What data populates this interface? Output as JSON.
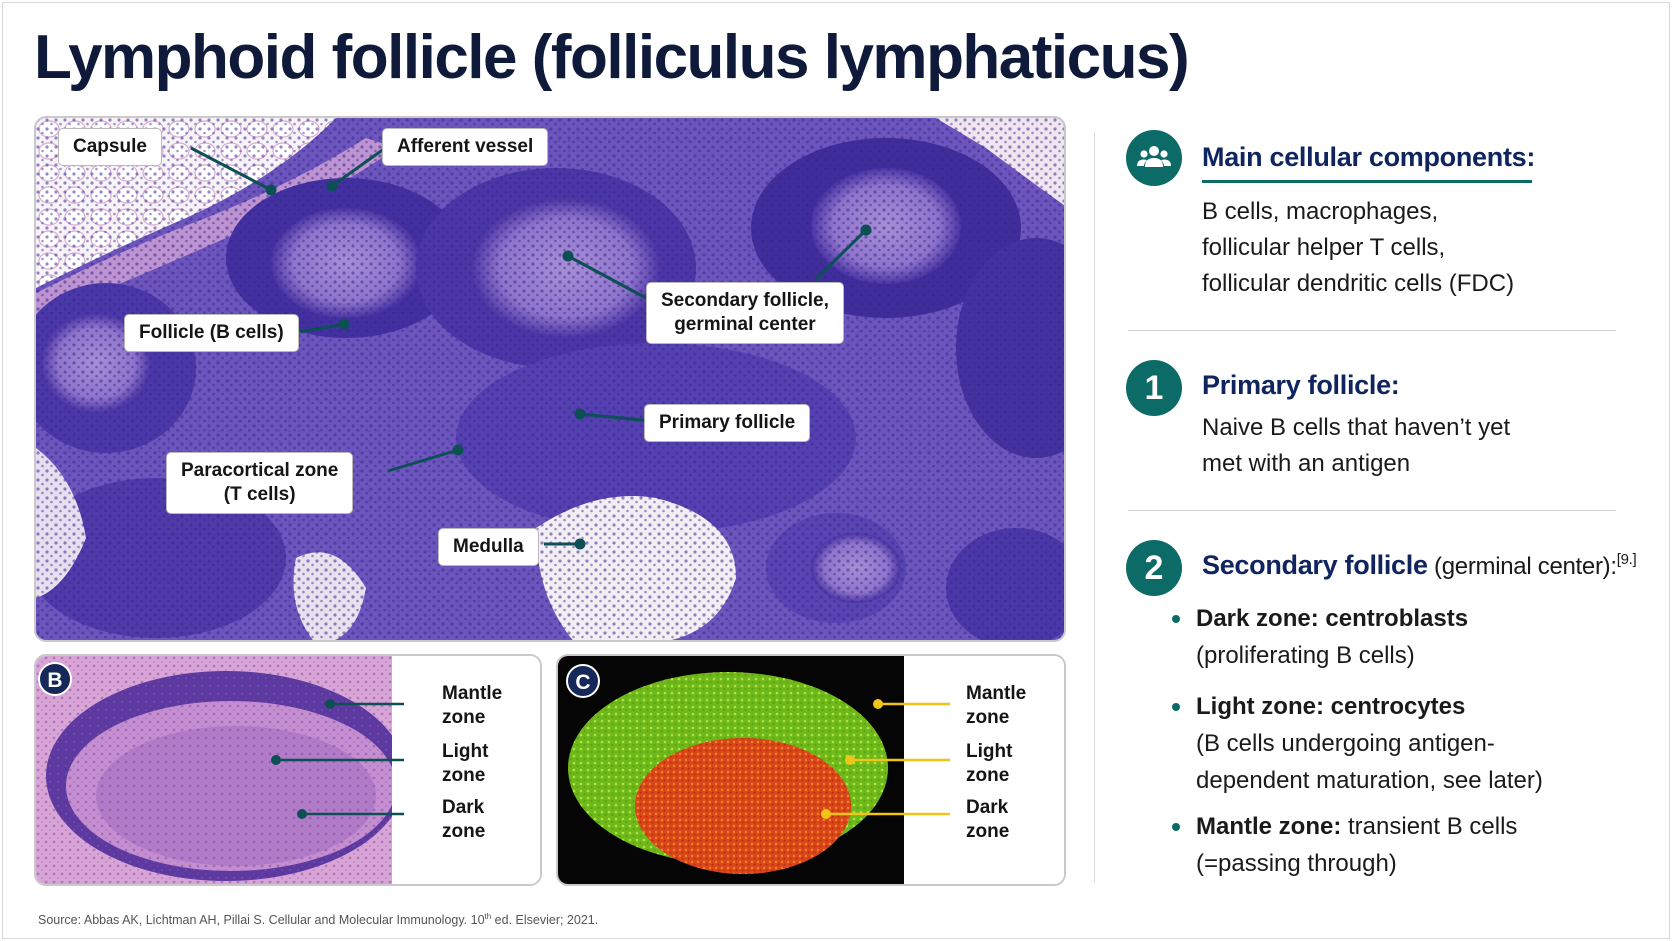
{
  "title": "Lymphoid follicle (folliculus lymphaticus)",
  "main_figure": {
    "labels": {
      "capsule": "Capsule",
      "afferent_vessel": "Afferent vessel",
      "follicle": "Follicle (B cells)",
      "secondary_line1": "Secondary follicle,",
      "secondary_line2": "germinal center",
      "primary_follicle": "Primary follicle",
      "paracortical_line1": "Paracortical zone",
      "paracortical_line2": "(T cells)",
      "medulla": "Medulla"
    }
  },
  "panel_b": {
    "badge": "B",
    "mantle_1": "Mantle",
    "mantle_2": "zone",
    "light_1": "Light",
    "light_2": "zone",
    "dark_1": "Dark",
    "dark_2": "zone"
  },
  "panel_c": {
    "badge": "C",
    "mantle_1": "Mantle",
    "mantle_2": "zone",
    "light_1": "Light",
    "light_2": "zone",
    "dark_1": "Dark",
    "dark_2": "zone"
  },
  "right": {
    "components_heading": "Main cellular components:",
    "components_lines": [
      "B cells, macrophages,",
      "follicular helper T cells,",
      "follicular dendritic cells (FDC)"
    ],
    "primary_number": "1",
    "primary_heading": "Primary follicle:",
    "primary_lines": [
      "Naive B cells that haven’t yet",
      "met with an antigen"
    ],
    "secondary_number": "2",
    "secondary_heading": "Secondary follicle",
    "secondary_heading_rest": " (germinal center):",
    "secondary_ref": "[9.]",
    "bullets": [
      {
        "label": "Dark zone:",
        "bold_value": " centroblasts",
        "value": "",
        "line2": "(proliferating B cells)"
      },
      {
        "label": "Light zone:",
        "bold_value": " centrocytes",
        "value": "",
        "line2": "(B cells undergoing antigen-",
        "line3": "dependent maturation, see later)"
      },
      {
        "label": "Mantle zone:",
        "bold_value": "",
        "value": " transient B cells",
        "line2": "(=passing through)"
      }
    ]
  },
  "source": {
    "before": "Source: Abbas AK, Lichtman AH, Pillai S. Cellular and Molecular Immunology. 10",
    "sup": "th",
    "after": " ed. Elsevier; 2021."
  },
  "colors": {
    "navy": "#102560",
    "teal": "#0c6b67",
    "stain_purple": "#6a4cb8",
    "stain_pink": "#c890d0",
    "fluor_green": "#8fd61e",
    "fluor_red": "#e24a16",
    "yellow_pointer": "#f0c419"
  }
}
